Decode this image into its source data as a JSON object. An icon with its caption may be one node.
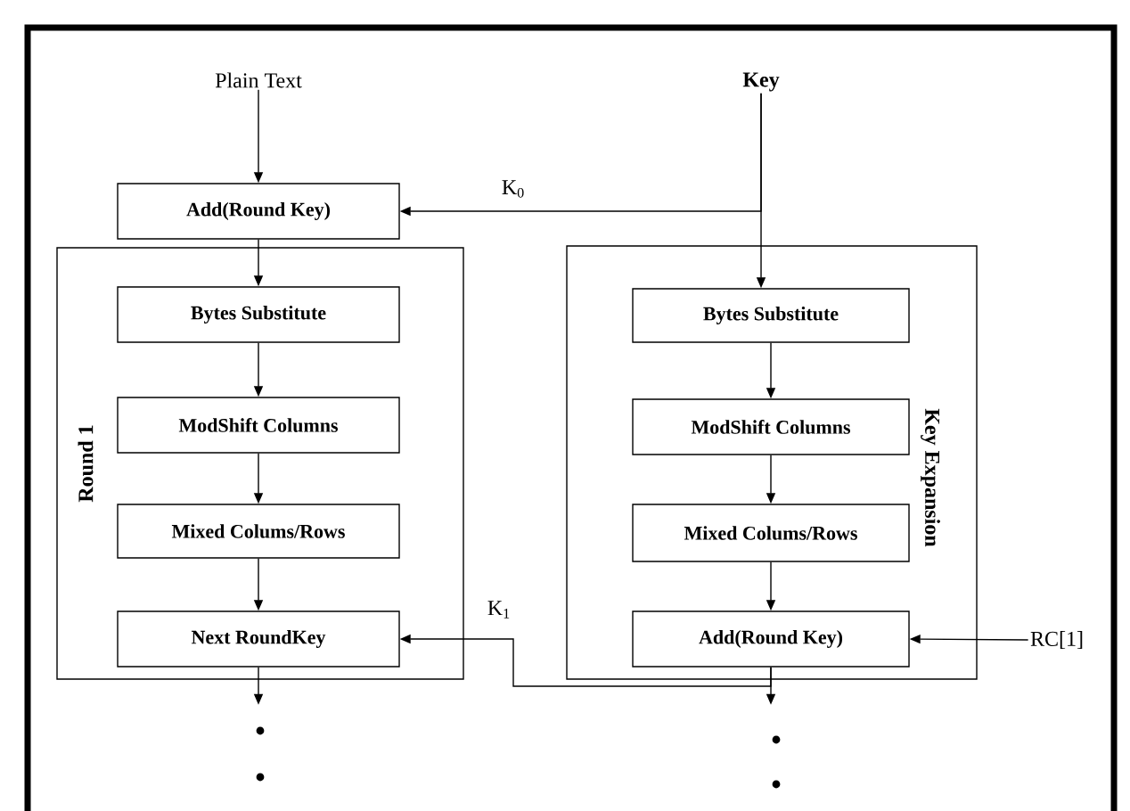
{
  "diagram": {
    "nodes": [
      {
        "text": [
          "Plain Text"
        ]
      },
      {
        "text": [
          "Key"
        ]
      },
      {
        "text": [
          "Add(Round Key)"
        ]
      },
      {
        "text": [
          "Round 1"
        ]
      },
      {
        "text": [
          "Bytes Substitute"
        ],
        "in": 3
      },
      {
        "text": [
          "ModShift Columns"
        ],
        "in": 3
      },
      {
        "text": [
          "Mixed Colums/Rows"
        ],
        "in": 3
      },
      {
        "text": [
          "Next RoundKey"
        ],
        "in": 3
      },
      {
        "text": [
          "Key Expansion"
        ]
      },
      {
        "text": [
          "Bytes Substitute"
        ],
        "in": 8
      },
      {
        "text": [
          "ModShift Columns"
        ],
        "in": 8
      },
      {
        "text": [
          "Mixed Colums/Rows"
        ],
        "in": 8
      },
      {
        "text": [
          "Add(Round Key)"
        ],
        "in": 8
      },
      {
        "text": [
          "RC[1]"
        ]
      }
    ],
    "edges": [
      {
        "from": 0,
        "to": 2,
        "arrow": "to"
      },
      {
        "from": 1,
        "to": 2,
        "arrow": "to",
        "label": "K$_{0}$"
      },
      {
        "from": 1,
        "to": 9,
        "arrow": "to"
      },
      {
        "from": 2,
        "to": 4,
        "arrow": "to"
      },
      {
        "from": 4,
        "to": 5,
        "arrow": "to"
      },
      {
        "from": 5,
        "to": 6,
        "arrow": "to"
      },
      {
        "from": 6,
        "to": 7,
        "arrow": "to"
      },
      {
        "from": 9,
        "to": 10,
        "arrow": "to"
      },
      {
        "from": 10,
        "to": 11,
        "arrow": "to"
      },
      {
        "from": 11,
        "to": 12,
        "arrow": "to"
      },
      {
        "from": 13,
        "to": 12,
        "arrow": "to"
      },
      {
        "from": 12,
        "to": 7,
        "arrow": "to",
        "label": "K$_{1}$"
      },
      {
        "from": 7,
        "to": null,
        "arrow": "to"
      },
      {
        "from": 12,
        "to": null,
        "arrow": "to"
      }
    ]
  }
}
